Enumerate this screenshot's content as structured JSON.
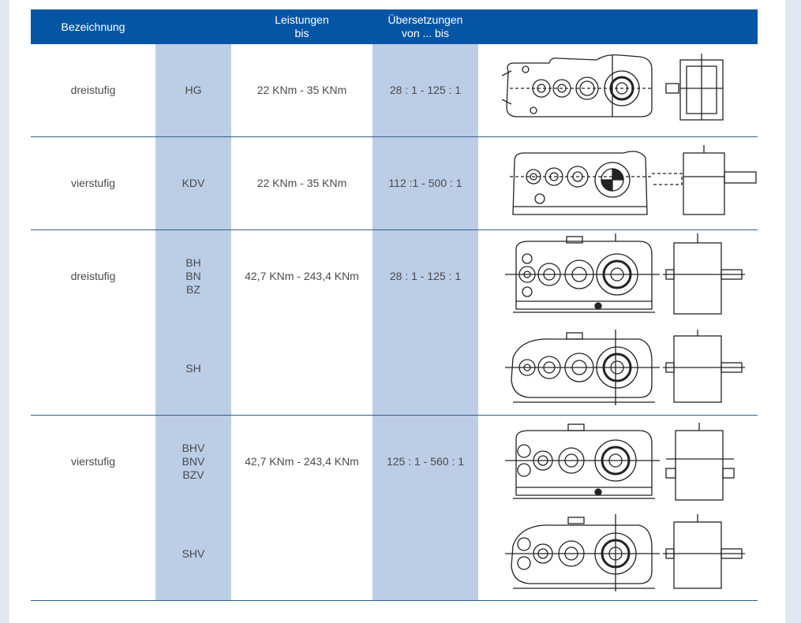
{
  "header": {
    "col1": "Bezeichnung",
    "col3_line1": "Leistungen",
    "col3_line2": "bis",
    "col4_line1": "Übersetzungen",
    "col4_line2": "von ... bis"
  },
  "rows": [
    {
      "stage": "dreistufig",
      "types": [
        "HG"
      ],
      "power": "22 KNm - 35 KNm",
      "ratio": "28 : 1 - 125 : 1"
    },
    {
      "stage": "vierstufig",
      "types": [
        "KDV"
      ],
      "power": "22 KNm - 35 KNm",
      "ratio": "112 :1 - 500 : 1"
    },
    {
      "stage": "dreistufig",
      "types": [
        "BH",
        "BN",
        "BZ"
      ],
      "power": "42,7 KNm - 243,4 KNm",
      "ratio": "28 : 1 - 125 : 1",
      "sub_type": "SH"
    },
    {
      "stage": "vierstufig",
      "types": [
        "BHV",
        "BNV",
        "BZV"
      ],
      "power": "42,7 KNm - 243,4 KNm",
      "ratio": "125 : 1 - 560 : 1",
      "sub_type": "SHV"
    }
  ],
  "colors": {
    "header_bg": "#0456a5",
    "shade": "#bccde6",
    "rule": "#2f5f8f"
  }
}
